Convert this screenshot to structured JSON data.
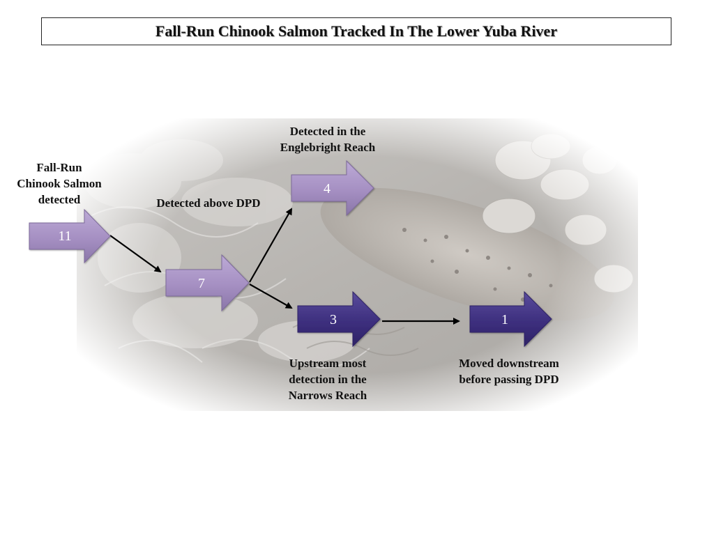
{
  "title": "Fall-Run Chinook Salmon Tracked In The Lower Yuba River",
  "colors": {
    "light_arrow": "#a58fc2",
    "light_arrow_dark": "#7d6a9a",
    "dark_arrow": "#3d2f7e",
    "dark_arrow_light": "#5a4c9c",
    "connector": "#000000"
  },
  "nodes": {
    "start": {
      "value": "11",
      "label_lines": [
        "Fall-Run",
        "Chinook Salmon",
        "detected"
      ]
    },
    "above_dpd": {
      "value": "7",
      "label": "Detected above DPD"
    },
    "englebright": {
      "value": "4",
      "label_lines": [
        "Detected in the",
        "Englebright Reach"
      ]
    },
    "narrows": {
      "value": "3",
      "label_lines": [
        "Upstream most",
        "detection in the",
        "Narrows Reach"
      ]
    },
    "downstream": {
      "value": "1",
      "label_lines": [
        "Moved downstream",
        "before passing DPD"
      ]
    }
  }
}
